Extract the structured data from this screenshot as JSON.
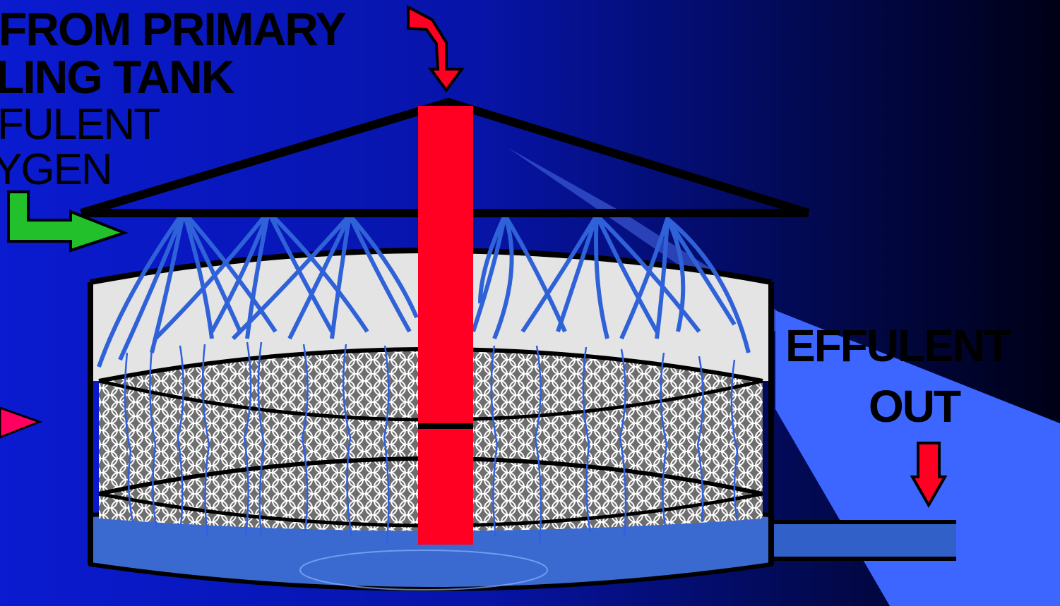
{
  "labels": {
    "line1": "FROM PRIMARY",
    "line2": "LING TANK",
    "line3": "FULENT",
    "line4": "YGEN",
    "effluent": "EFFULENT",
    "out": "OUT"
  },
  "colors": {
    "background_left": "#0a1bd0",
    "background_right": "#000016",
    "arrow_red": "#ff0022",
    "arrow_green": "#22c02a",
    "arrow_pink": "#ff0060",
    "tank_water": "#3a6ad0",
    "tank_upper": "#e4e4e4",
    "filter_media": "#6e6e6e",
    "trickle_lines": "#3060e0",
    "spray_lines": "#2f62d8",
    "effluent_beam": "#3c66ff"
  },
  "icons": [
    "red-inlet-arrow",
    "green-oxygen-arrow",
    "pink-side-arrow",
    "red-outflow-arrow"
  ]
}
